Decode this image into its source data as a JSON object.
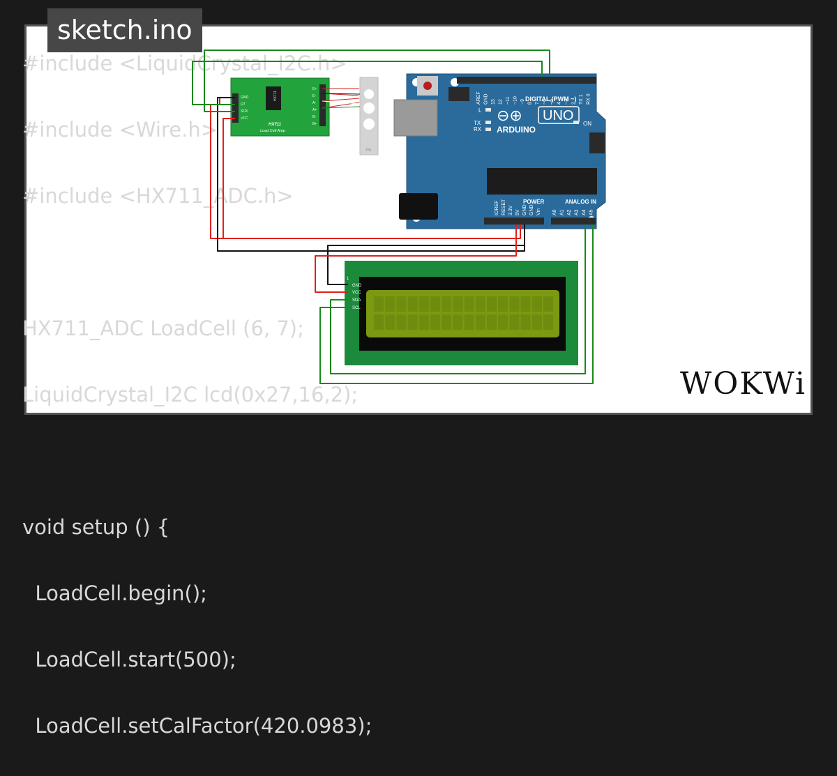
{
  "page": {
    "title": "sketch.ino",
    "logo": "WOKWi"
  },
  "code_lines": [
    "#include <LiquidCrystal_I2C.h>",
    "#include <Wire.h>",
    "#include <HX711_ADC.h>",
    "",
    "HX711_ADC LoadCell (6, 7);",
    "LiquidCrystal_I2C lcd(0x27,16,2);",
    "",
    "void setup () {",
    "  LoadCell.begin();",
    "  LoadCell.start(500);",
    "  LoadCell.setCalFactor(420.0983);"
  ],
  "hx711": {
    "name": "HX711",
    "subtitle": "Load Cell Amp",
    "chip": "HX711",
    "left_pins": [
      "GND",
      "DT",
      "SCK",
      "VCC"
    ],
    "right_pins": [
      "E+",
      "E-",
      "A-",
      "A+",
      "B-",
      "B+"
    ]
  },
  "load_cell": {
    "label": "1kg"
  },
  "arduino": {
    "brand": "ARDUINO",
    "model": "UNO",
    "logo_glyph": "⊖⊕",
    "on_label": "ON",
    "l_label": "L",
    "tx_label": "TX",
    "rx_label": "RX",
    "digital_label": "DIGITAL (PWM ~)",
    "power_label": "POWER",
    "analog_label": "ANALOG IN",
    "digital_pins": [
      "AREF",
      "GND",
      "13",
      "12",
      "~11",
      "~10",
      "~9",
      "8",
      "7",
      "~6",
      "~5",
      "4",
      "~3",
      "2",
      "TX 1",
      "RX 0"
    ],
    "power_pins": [
      "IOREF",
      "RESET",
      "3.3V",
      "5V",
      "GND",
      "GND",
      "Vin"
    ],
    "analog_pins": [
      "A0",
      "A1",
      "A2",
      "A3",
      "A4",
      "A5"
    ]
  },
  "lcd": {
    "pin_number": "1",
    "pins": [
      "GND",
      "VCC",
      "SDA",
      "SCL"
    ]
  },
  "colors": {
    "background": "#1a1a1a",
    "card": "#ffffff",
    "arduino_board": "#2a6b9c",
    "hx711_board": "#22a33c",
    "lcd_pcb": "#1b8a3a",
    "lcd_screen": "#7b9a12",
    "wire_green": "#178a1a",
    "wire_red": "#e0201a",
    "wire_black": "#111111"
  }
}
